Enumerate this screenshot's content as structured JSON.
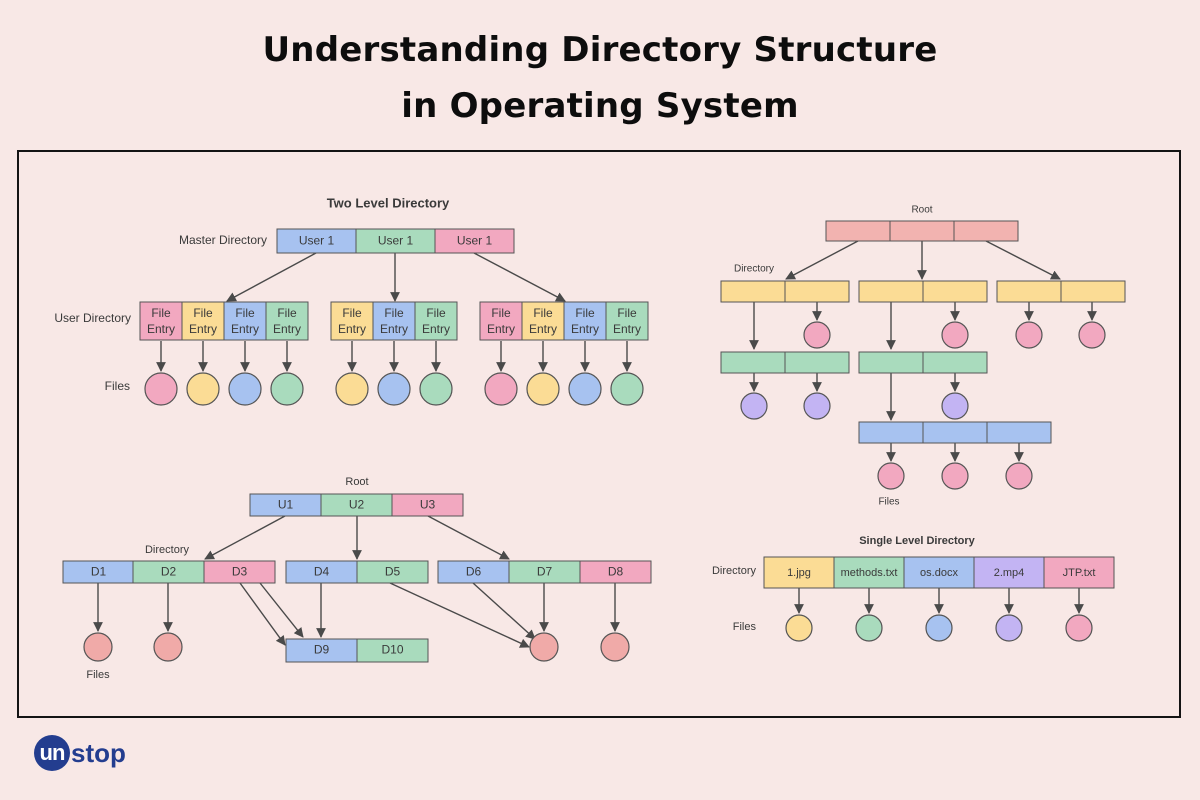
{
  "title": {
    "line1": "Understanding Directory Structure",
    "line2": "in Operating System"
  },
  "colors": {
    "blue": "#a7c2f0",
    "green": "#a9dbbd",
    "pink": "#f2a8c0",
    "yellow": "#fbdc95",
    "salmon": "#f0aaa8",
    "lavender": "#c3b4f3",
    "root_salmon": "#f2b3b0",
    "stroke": "#555555",
    "brand": "#233d8f"
  },
  "two_level": {
    "title": "Two Level Directory",
    "master_label": "Master Directory",
    "user_dir_label": "User Directory",
    "files_label": "Files",
    "users": [
      "User 1",
      "User 1",
      "User 1"
    ],
    "entry_label": "File\nEntry"
  },
  "tree_structured": {
    "root_label": "Root",
    "directory_label": "Directory",
    "files_label": "Files"
  },
  "acyclic_graph": {
    "root_label": "Root",
    "users": [
      "U1",
      "U2",
      "U3"
    ],
    "directory_label": "Directory",
    "dirs": [
      "D1",
      "D2",
      "D3",
      "D4",
      "D5",
      "D6",
      "D7",
      "D8"
    ],
    "subdirs": [
      "D9",
      "D10"
    ],
    "files_label": "Files"
  },
  "single_level": {
    "title": "Single Level Directory",
    "directory_label": "Directory",
    "files_label": "Files",
    "files": [
      "1.jpg",
      "methods.txt",
      "os.docx",
      "2.mp4",
      "JTP.txt"
    ]
  },
  "logo": {
    "badge": "un",
    "rest": "stop"
  }
}
